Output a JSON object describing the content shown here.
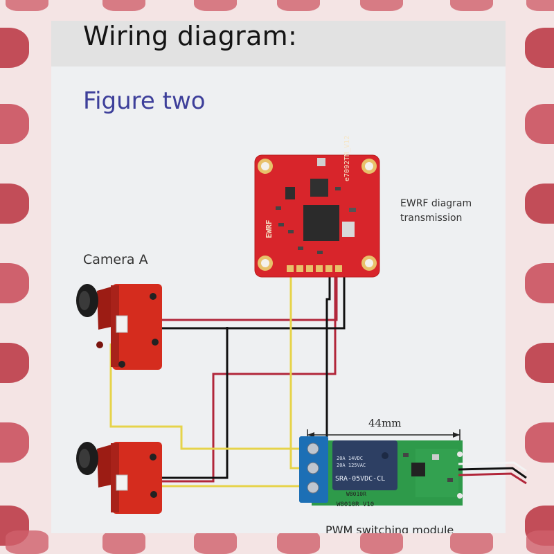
{
  "page": {
    "title": "Wiring diagram:",
    "figure_title": "Figure two"
  },
  "labels": {
    "camera": "Camera A",
    "transmitter_line1": "EWRF diagram",
    "transmitter_line2": "transmission",
    "dimension": "44mm",
    "bottom_caption": "PWM switching module"
  },
  "board_markings": {
    "transmitter_model": "e7092TM_V12",
    "transmitter_brand": "EWRF",
    "relay_model": "SRA-05VDC-CL",
    "relay_rating_1": "20A 14VDC",
    "relay_rating_2": "20A 125VAC",
    "module_code_1": "W8010R",
    "module_code_2": "W8010R V10"
  },
  "colors": {
    "board_red": "#d8252b",
    "pcb_green": "#2e9a4a",
    "terminal_blue": "#1c6fb5",
    "relay_blue": "#2d3f63",
    "wire_yellow": "#e6d34a",
    "wire_red": "#b1263a",
    "wire_black": "#111111",
    "title_purple": "#3d3f9a"
  }
}
